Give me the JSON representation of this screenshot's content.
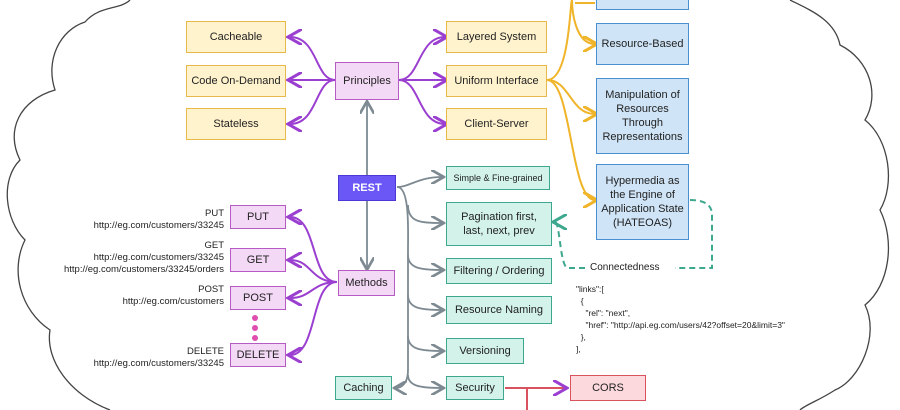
{
  "principles": {
    "center": "Principles",
    "left": [
      "Cacheable",
      "Code On-Demand",
      "Stateless"
    ],
    "right": [
      "Layered System",
      "Uniform Interface",
      "Client-Server"
    ]
  },
  "uniform_interface": [
    "Resource-Based",
    "Manipulation of Resources Through Representations",
    "Hypermedia as the Engine of Application State (HATEOAS)"
  ],
  "rest": "REST",
  "methods": {
    "center": "Methods",
    "items": [
      {
        "label": "PUT",
        "note": [
          "PUT",
          "http://eg.com/customers/33245"
        ]
      },
      {
        "label": "GET",
        "note": [
          "GET",
          "http://eg.com/customers/33245",
          "http://eg.com/customers/33245/orders"
        ]
      },
      {
        "label": "POST",
        "note": [
          "POST",
          "http://eg.com/customers"
        ]
      },
      {
        "label": "DELETE",
        "note": [
          "DELETE",
          "http://eg.com/customers/33245"
        ]
      }
    ]
  },
  "practices": [
    "Simple & Fine-grained",
    "Pagination first, last, next, prev",
    "Filtering / Ordering",
    "Resource Naming",
    "Versioning",
    "Security"
  ],
  "caching": "Caching",
  "cors": "CORS",
  "connectedness": "Connectedness",
  "links_example": "\"links\":[\n  {\n    \"rel\": \"next\",\n    \"href\": \"http://api.eg.com/users/42?offset=20&limit=3\"\n  },\n],",
  "colors": {
    "purple": "#9b3fd1",
    "orange": "#f0b429",
    "gray": "#7d8a92",
    "teal": "#3ea88f",
    "red": "#d9535f"
  }
}
